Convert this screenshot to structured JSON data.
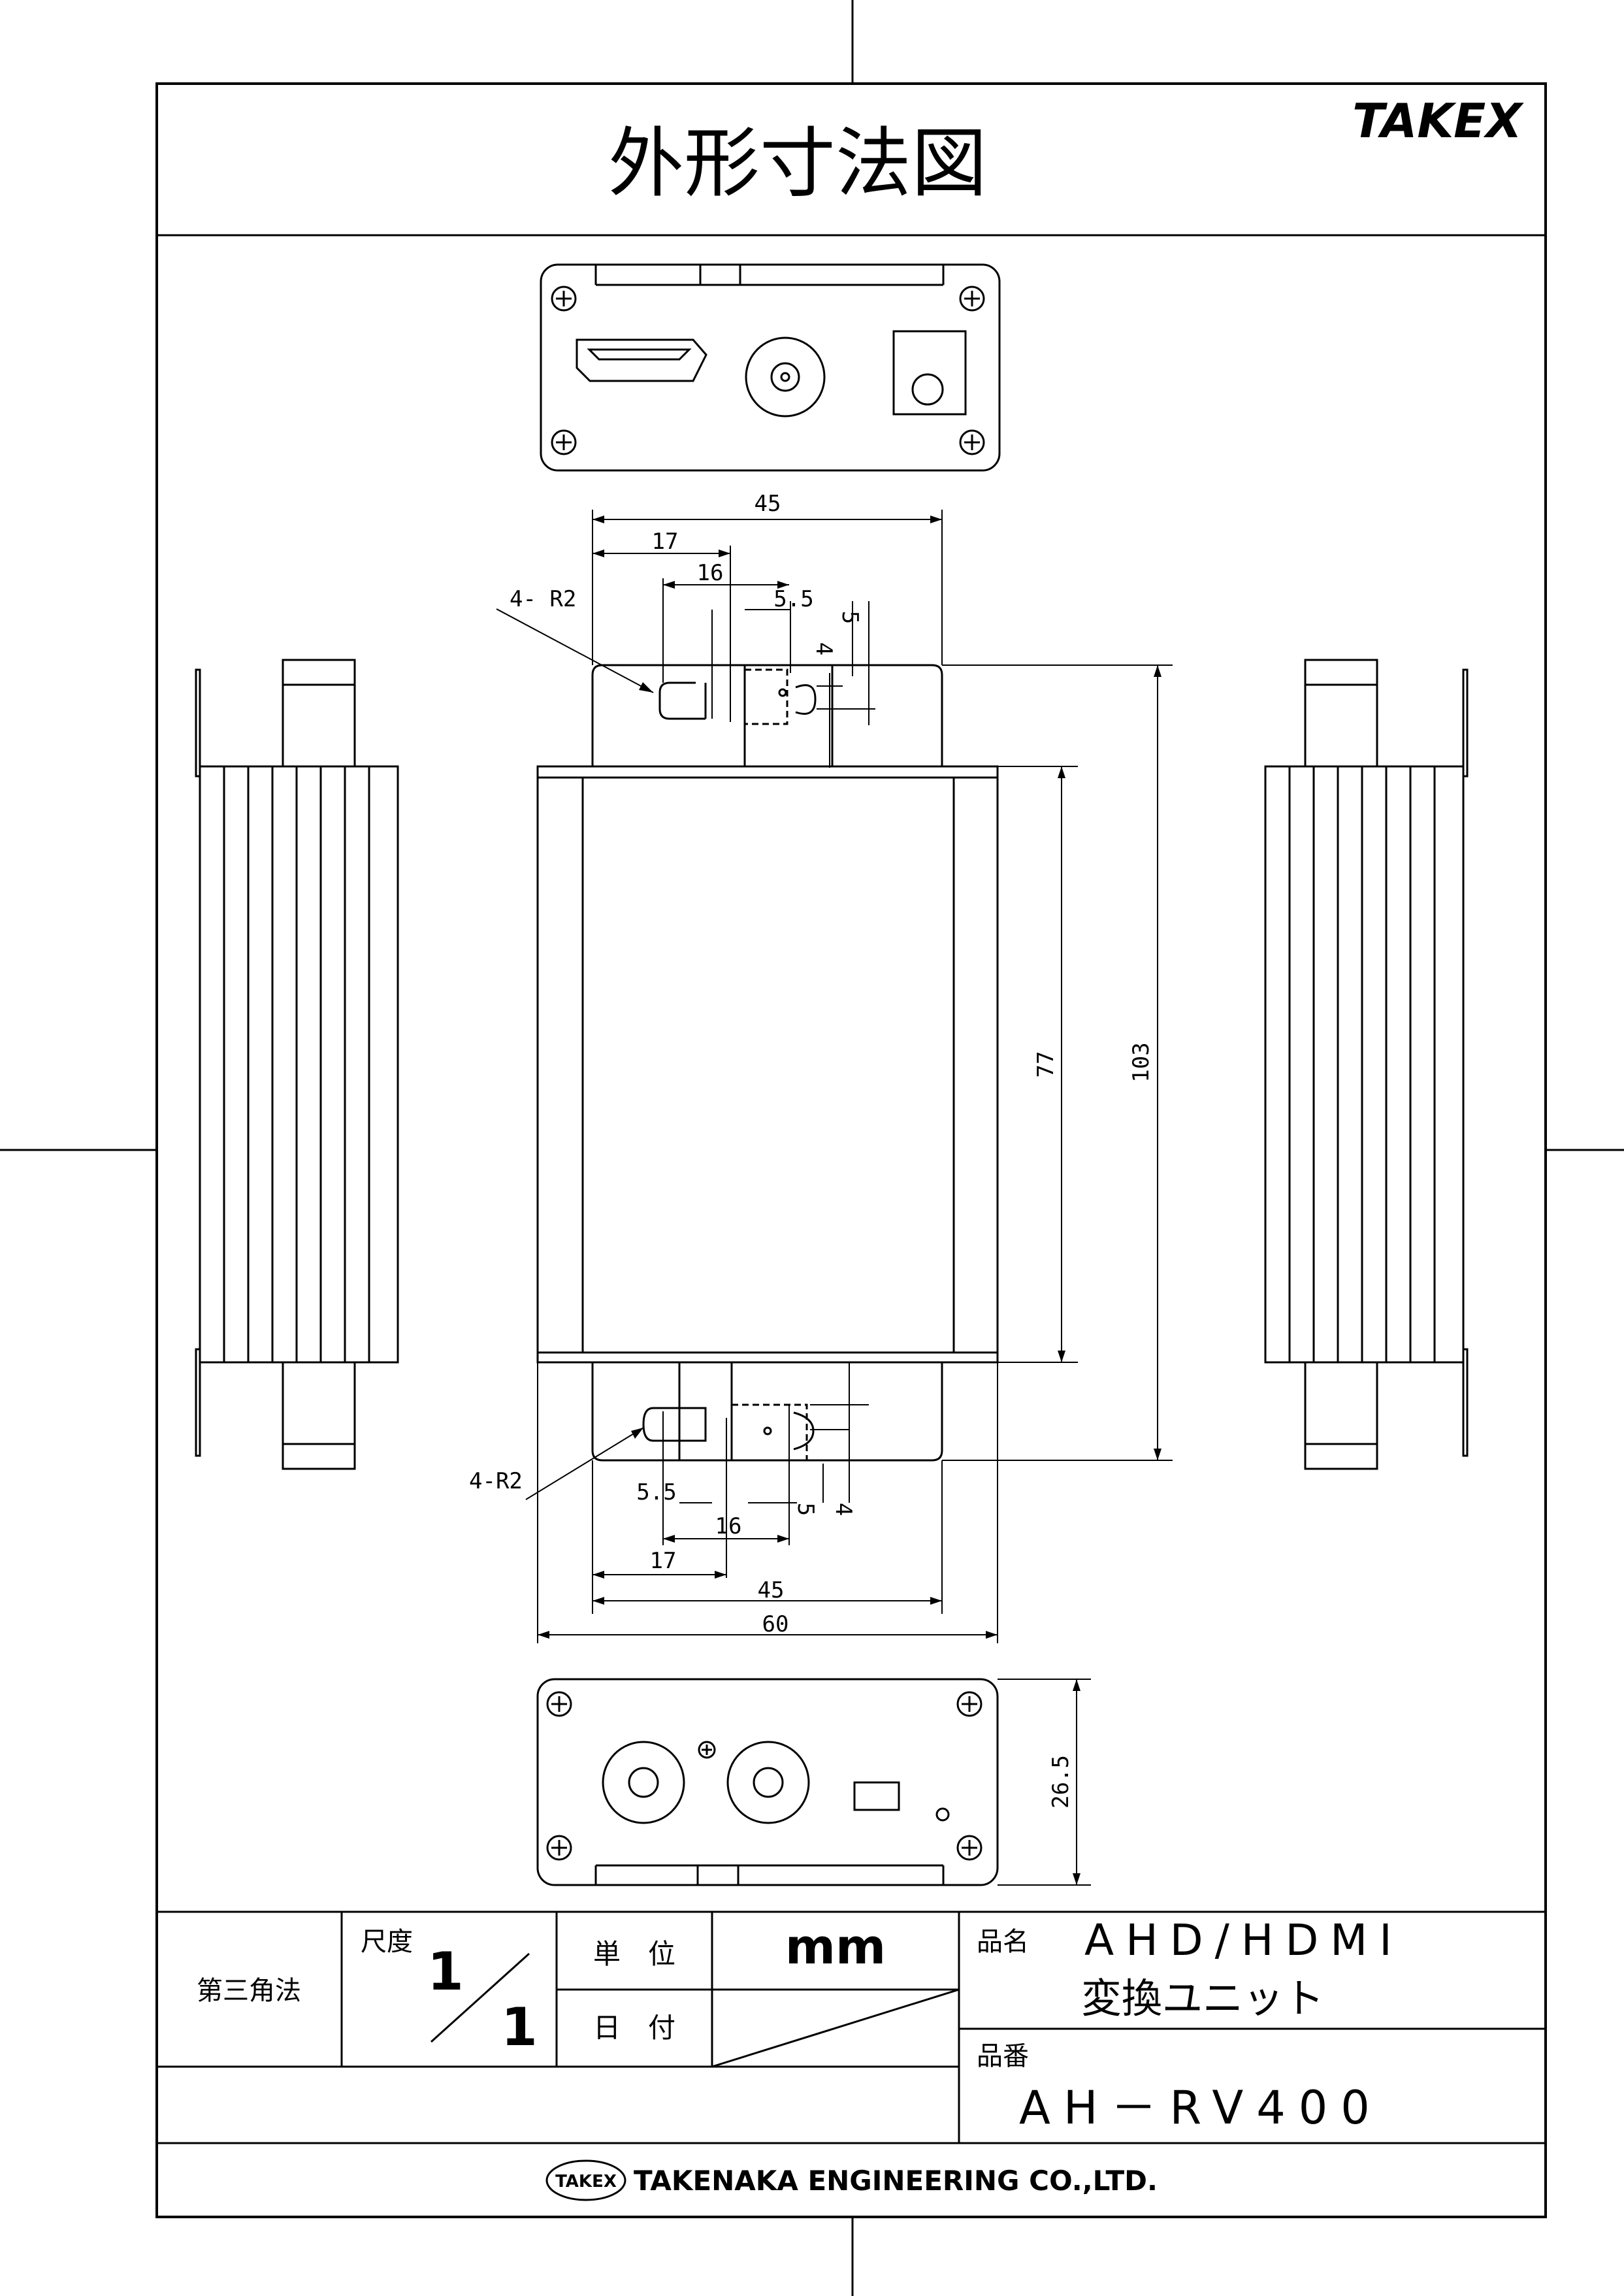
{
  "title": "外形寸法図",
  "brand": "TAKEX",
  "dimensions": {
    "top": [
      "45",
      "17",
      "16",
      "5.5",
      "5",
      "4",
      "4- R2"
    ],
    "bottom": [
      "4-R2",
      "5.5",
      "16",
      "17",
      "45",
      "60",
      "5",
      "4"
    ],
    "right": [
      "77",
      "103"
    ],
    "end": "26.5"
  },
  "title_block": {
    "projection": "第三角法",
    "scale_label": "尺度",
    "scale_num": "1",
    "scale_den": "1",
    "unit_label": "単　位",
    "unit_value": "mm",
    "date_label": "日　付",
    "name_label": "品名",
    "name_line1": "AHD/HDMI",
    "name_line2": "変換ユニット",
    "part_label": "品番",
    "part_value": "AH－RV400",
    "company_logo": "TAKEX",
    "company_name": "TAKENAKA ENGINEERING CO.,LTD."
  }
}
